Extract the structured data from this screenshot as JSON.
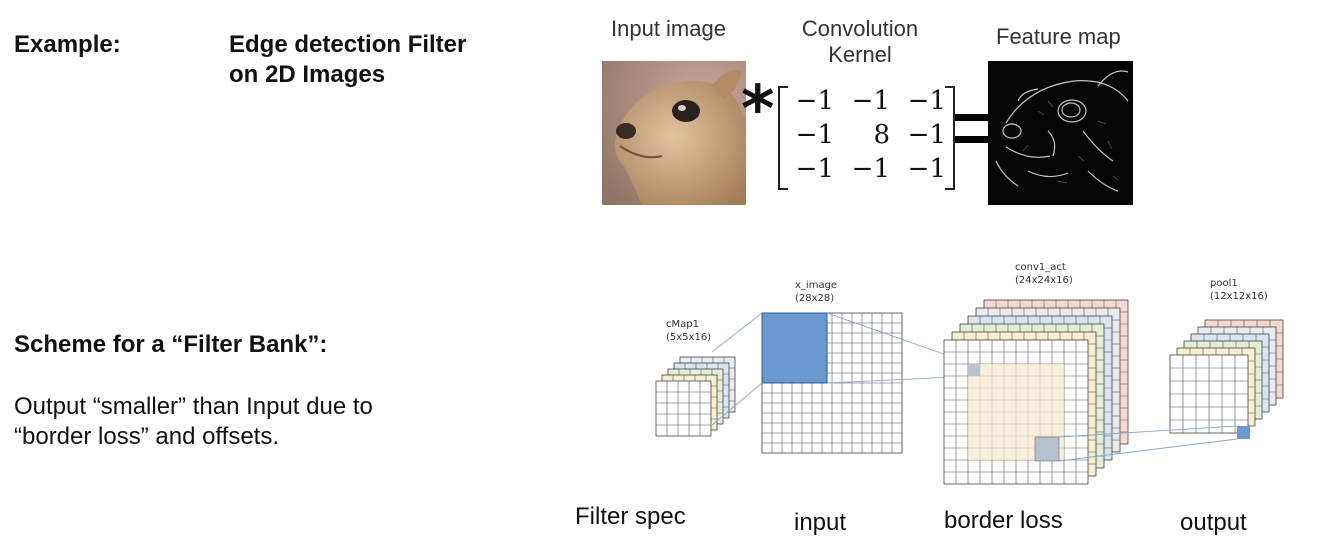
{
  "left": {
    "example_label": "Example:",
    "example_title_line1": "Edge detection Filter",
    "example_title_line2": "on 2D Images",
    "scheme_title": "Scheme for a “Filter Bank”:",
    "scheme_desc_line1": "Output “smaller” than Input due to",
    "scheme_desc_line2": "“border loss” and offsets."
  },
  "top_figure": {
    "input_label": "Input image",
    "kernel_label_line1": "Convolution",
    "kernel_label_line2": "Kernel",
    "feature_label": "Feature map",
    "operator_multiply": "*",
    "kernel": [
      [
        "−1",
        "−1",
        "−1"
      ],
      [
        "−1",
        "8",
        "−1"
      ],
      [
        "−1",
        "−1",
        "−1"
      ]
    ]
  },
  "bank": {
    "cmap": {
      "name": "cMap1",
      "dims": "(5x5x16)"
    },
    "ximage": {
      "name": "x_image",
      "dims": "(28x28)"
    },
    "conv": {
      "name": "conv1_act",
      "dims": "(24x24x16)"
    },
    "pool": {
      "name": "pool1",
      "dims": "(12x12x16)"
    },
    "captions": {
      "filter": "Filter spec",
      "input": "input",
      "border": "border loss",
      "output": "output"
    },
    "colors": {
      "highlight": "#6a98cf",
      "highlight_light": "#b6c2cf",
      "layer_colors": [
        "#f3d9cf",
        "#f7efcf",
        "#e2efd6",
        "#d8e6f2",
        "#eaeaf0"
      ]
    }
  }
}
